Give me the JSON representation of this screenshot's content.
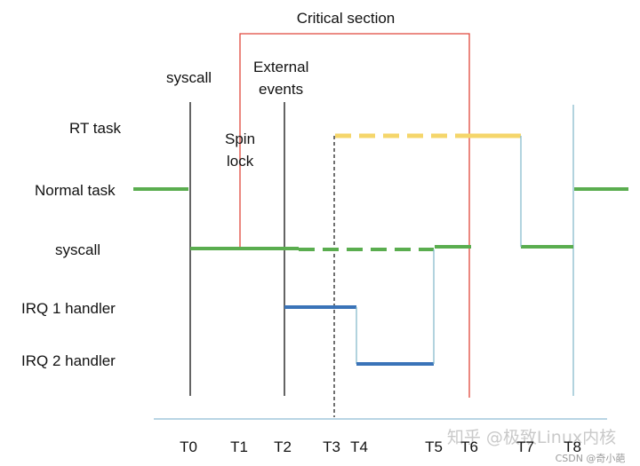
{
  "title": "Critical section",
  "annotations": {
    "syscall": "syscall",
    "external_events_line1": "External",
    "external_events_line2": "events",
    "spin_lock_line1": "Spin",
    "spin_lock_line2": "lock"
  },
  "rows": {
    "rt_task": "RT task",
    "normal_task": "Normal task",
    "syscall": "syscall",
    "irq1": "IRQ 1 handler",
    "irq2": "IRQ 2 handler"
  },
  "ticks": [
    "T0",
    "T1",
    "T2",
    "T3",
    "T4",
    "T5",
    "T6",
    "T7",
    "T8"
  ],
  "watermark": {
    "main": "知乎 @极致Linux内核",
    "small": "CSDN @奇小葩"
  },
  "colors": {
    "green": "#5aad4f",
    "blue": "#3a73b8",
    "yellow": "#f5d66b",
    "red": "#e0473c",
    "teal": "#7fb6c9",
    "black": "#111111",
    "axis": "#8fbcd4"
  }
}
